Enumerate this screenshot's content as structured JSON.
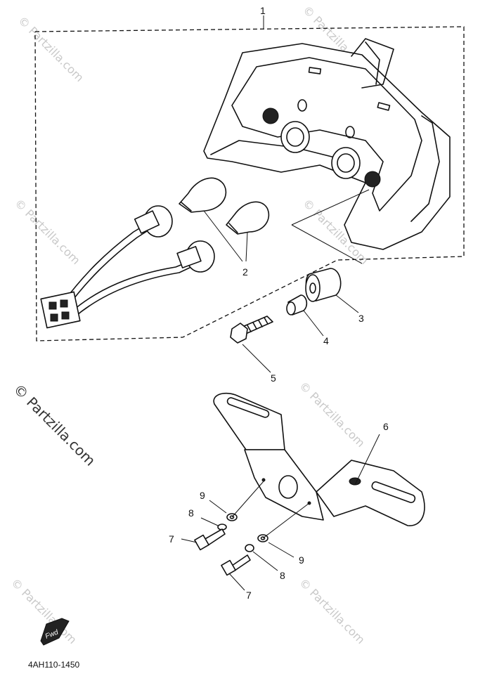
{
  "watermark": {
    "main": "© Partzilla.com",
    "small": "© Partzilla.com"
  },
  "callouts": {
    "c1": "1",
    "c2": "2",
    "c3": "3",
    "c4": "4",
    "c5": "5",
    "c6": "6",
    "c7a": "7",
    "c7b": "7",
    "c8a": "8",
    "c8b": "8",
    "c9a": "9",
    "c9b": "9"
  },
  "catalog_code": "4AH110-1450",
  "fwd_label": "Fwd"
}
